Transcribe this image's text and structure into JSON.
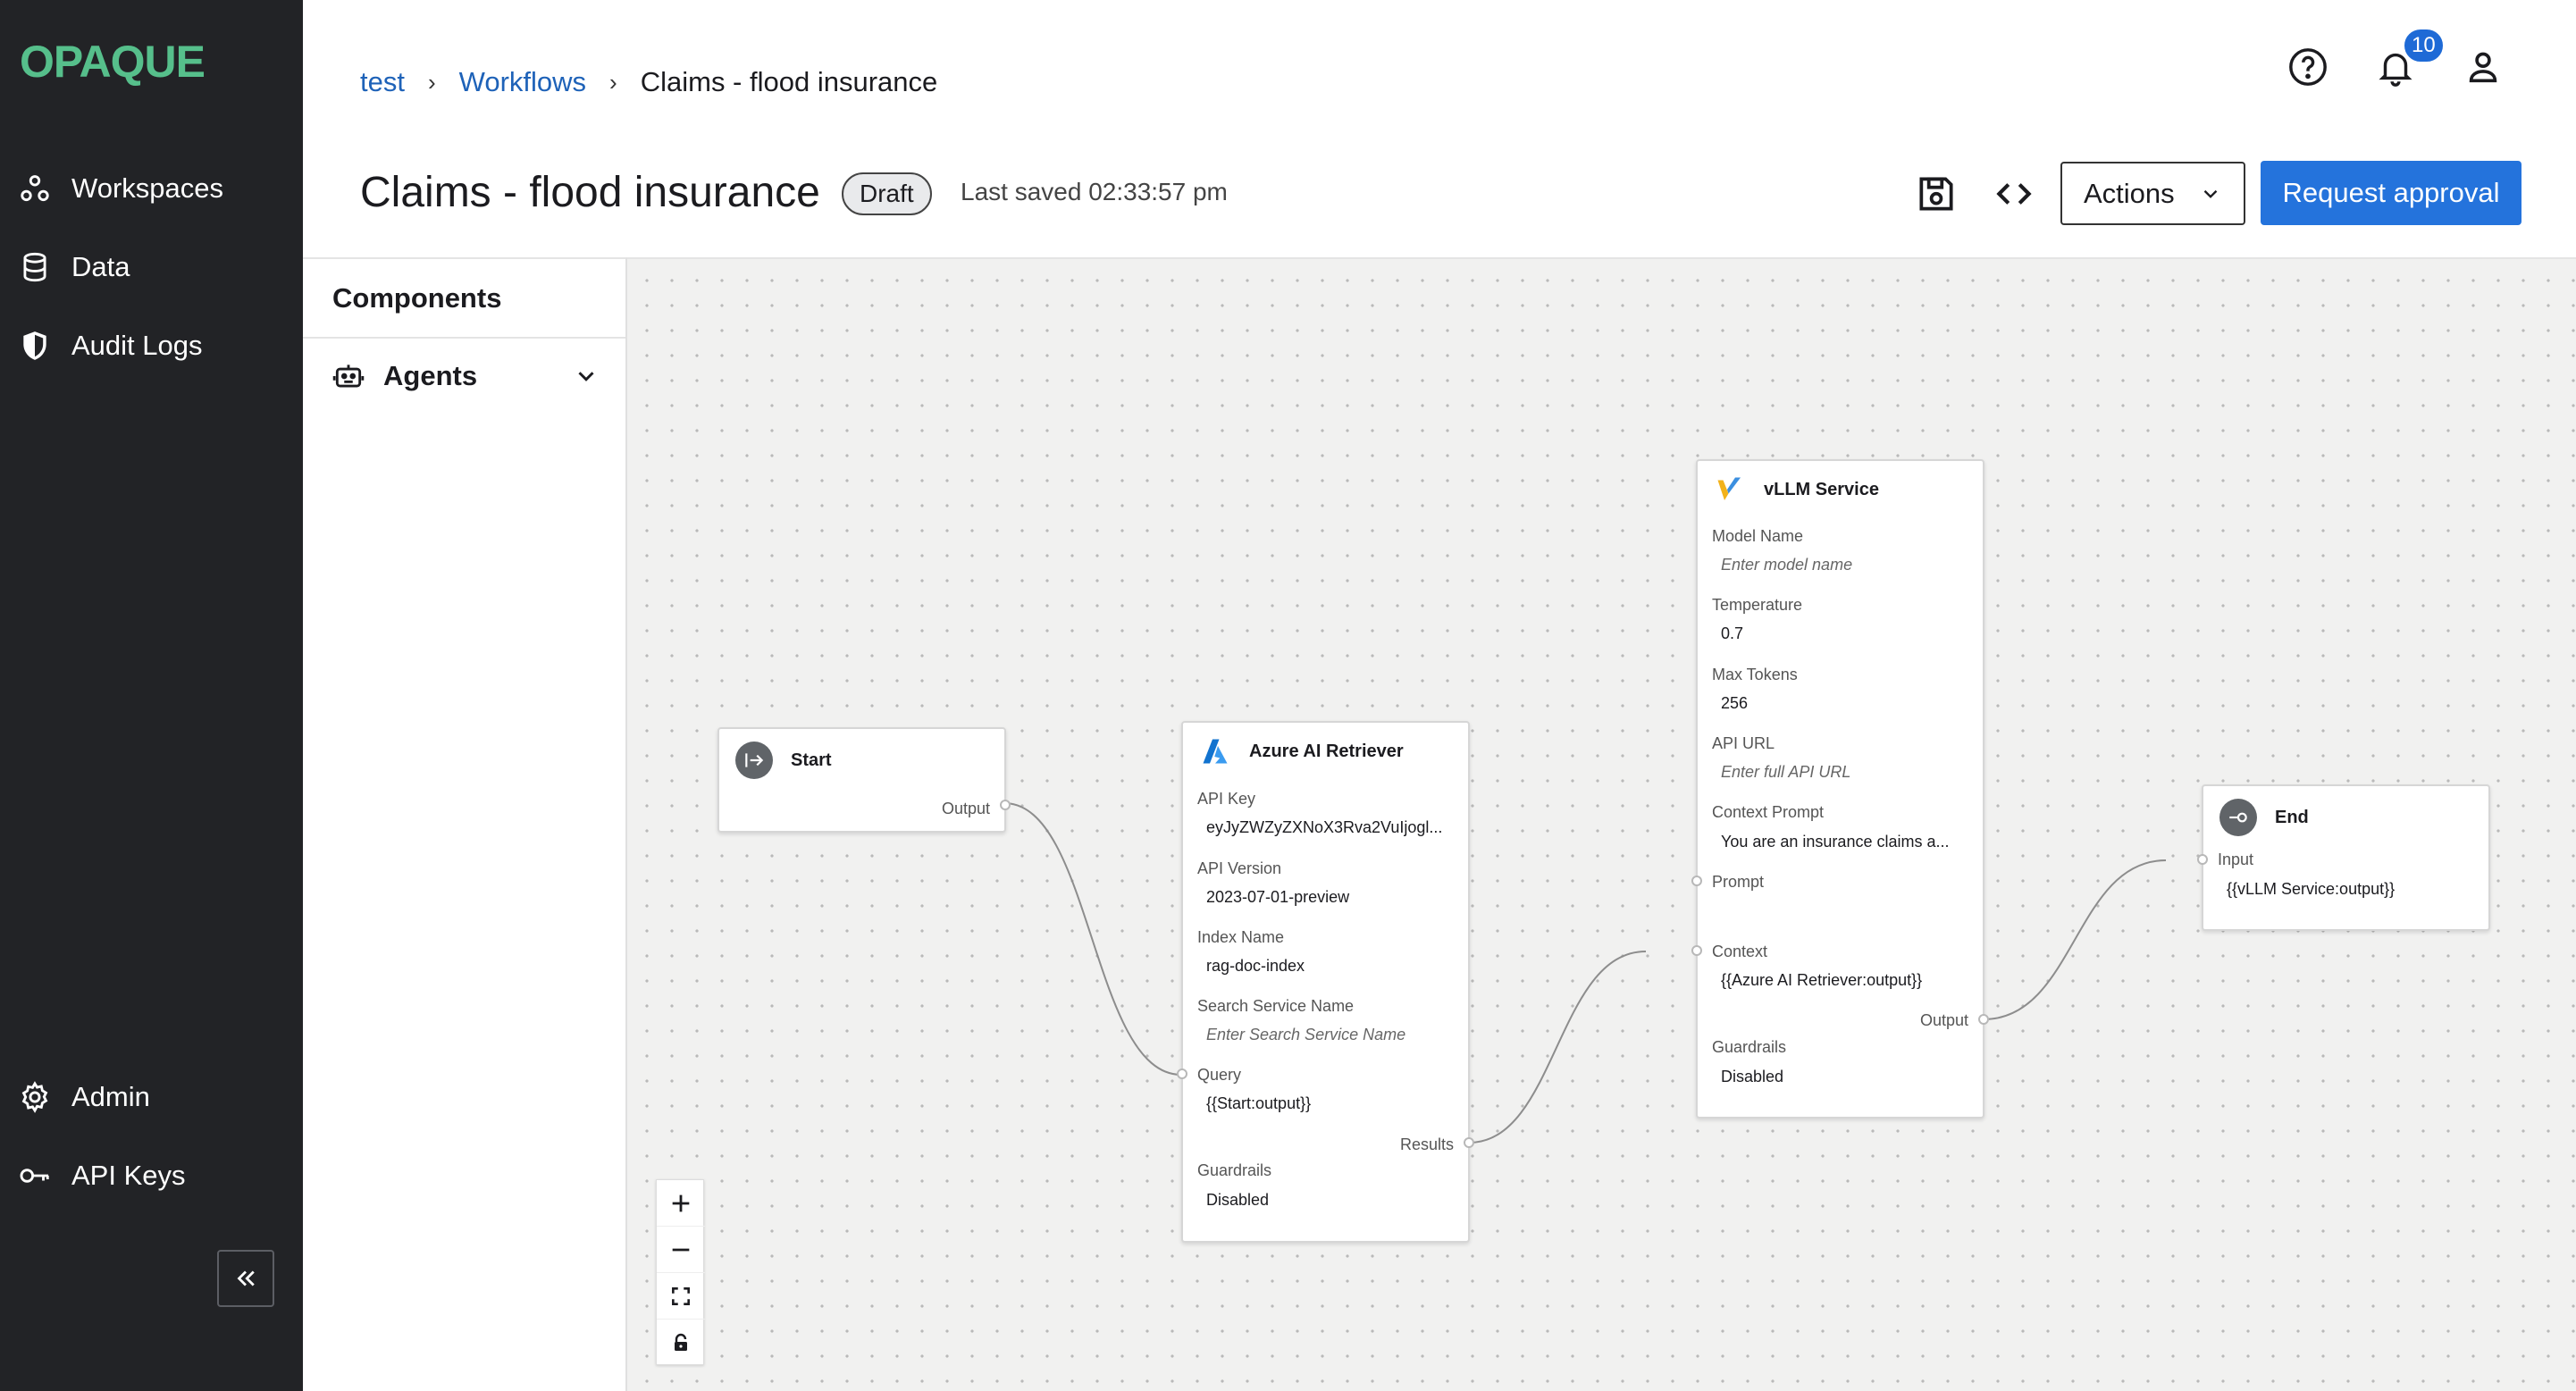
{
  "app": {
    "logo": "OPAQUE"
  },
  "sidebar": {
    "items": [
      {
        "label": "Workspaces",
        "icon": "workspaces-icon"
      },
      {
        "label": "Data",
        "icon": "database-icon"
      },
      {
        "label": "Audit Logs",
        "icon": "shield-icon"
      }
    ],
    "bottom_items": [
      {
        "label": "Admin",
        "icon": "gear-icon"
      },
      {
        "label": "API Keys",
        "icon": "key-icon"
      }
    ],
    "collapse_glyph": "«"
  },
  "breadcrumb": {
    "items": [
      "test",
      "Workflows"
    ],
    "current": "Claims - flood insurance",
    "separator": "›"
  },
  "header": {
    "notification_count": "10",
    "title": "Claims - flood insurance",
    "status": "Draft",
    "last_saved": "Last saved 02:33:57 pm",
    "actions_label": "Actions",
    "approve_label": "Request approval"
  },
  "components": {
    "title": "Components",
    "groups": [
      {
        "label": "Agents"
      }
    ]
  },
  "nodes": {
    "start": {
      "title": "Start",
      "output": "Output"
    },
    "retriever": {
      "title": "Azure AI Retriever",
      "fields": [
        {
          "label": "API Key",
          "value": "eyJyZWZyZXNoX3Rva2VuIjogl..."
        },
        {
          "label": "API Version",
          "value": "2023-07-01-preview"
        },
        {
          "label": "Index Name",
          "value": "rag-doc-index"
        },
        {
          "label": "Search Service Name",
          "placeholder": "Enter Search Service Name"
        },
        {
          "label": "Query",
          "value": "{{Start:output}}"
        },
        {
          "label": "Guardrails",
          "value": "Disabled"
        }
      ],
      "output": "Results"
    },
    "vllm": {
      "title": "vLLM Service",
      "fields": [
        {
          "label": "Model Name",
          "placeholder": "Enter model name"
        },
        {
          "label": "Temperature",
          "value": "0.7"
        },
        {
          "label": "Max Tokens",
          "value": "256"
        },
        {
          "label": "API URL",
          "placeholder": "Enter full API URL"
        },
        {
          "label": "Context Prompt",
          "value": "You are an insurance claims a..."
        },
        {
          "label": "Prompt",
          "value": ""
        },
        {
          "label": "Context",
          "value": "{{Azure AI Retriever:output}}"
        },
        {
          "label": "Guardrails",
          "value": "Disabled"
        }
      ],
      "output": "Output"
    },
    "end": {
      "title": "End",
      "fields": [
        {
          "label": "Input",
          "value": "{{vLLM Service:output}}"
        }
      ]
    }
  },
  "colors": {
    "sidebar_bg": "#222326",
    "logo": "#56bf8b",
    "link": "#1e62b8",
    "primary": "#2473dc",
    "canvas_bg": "#f1f1f0"
  }
}
